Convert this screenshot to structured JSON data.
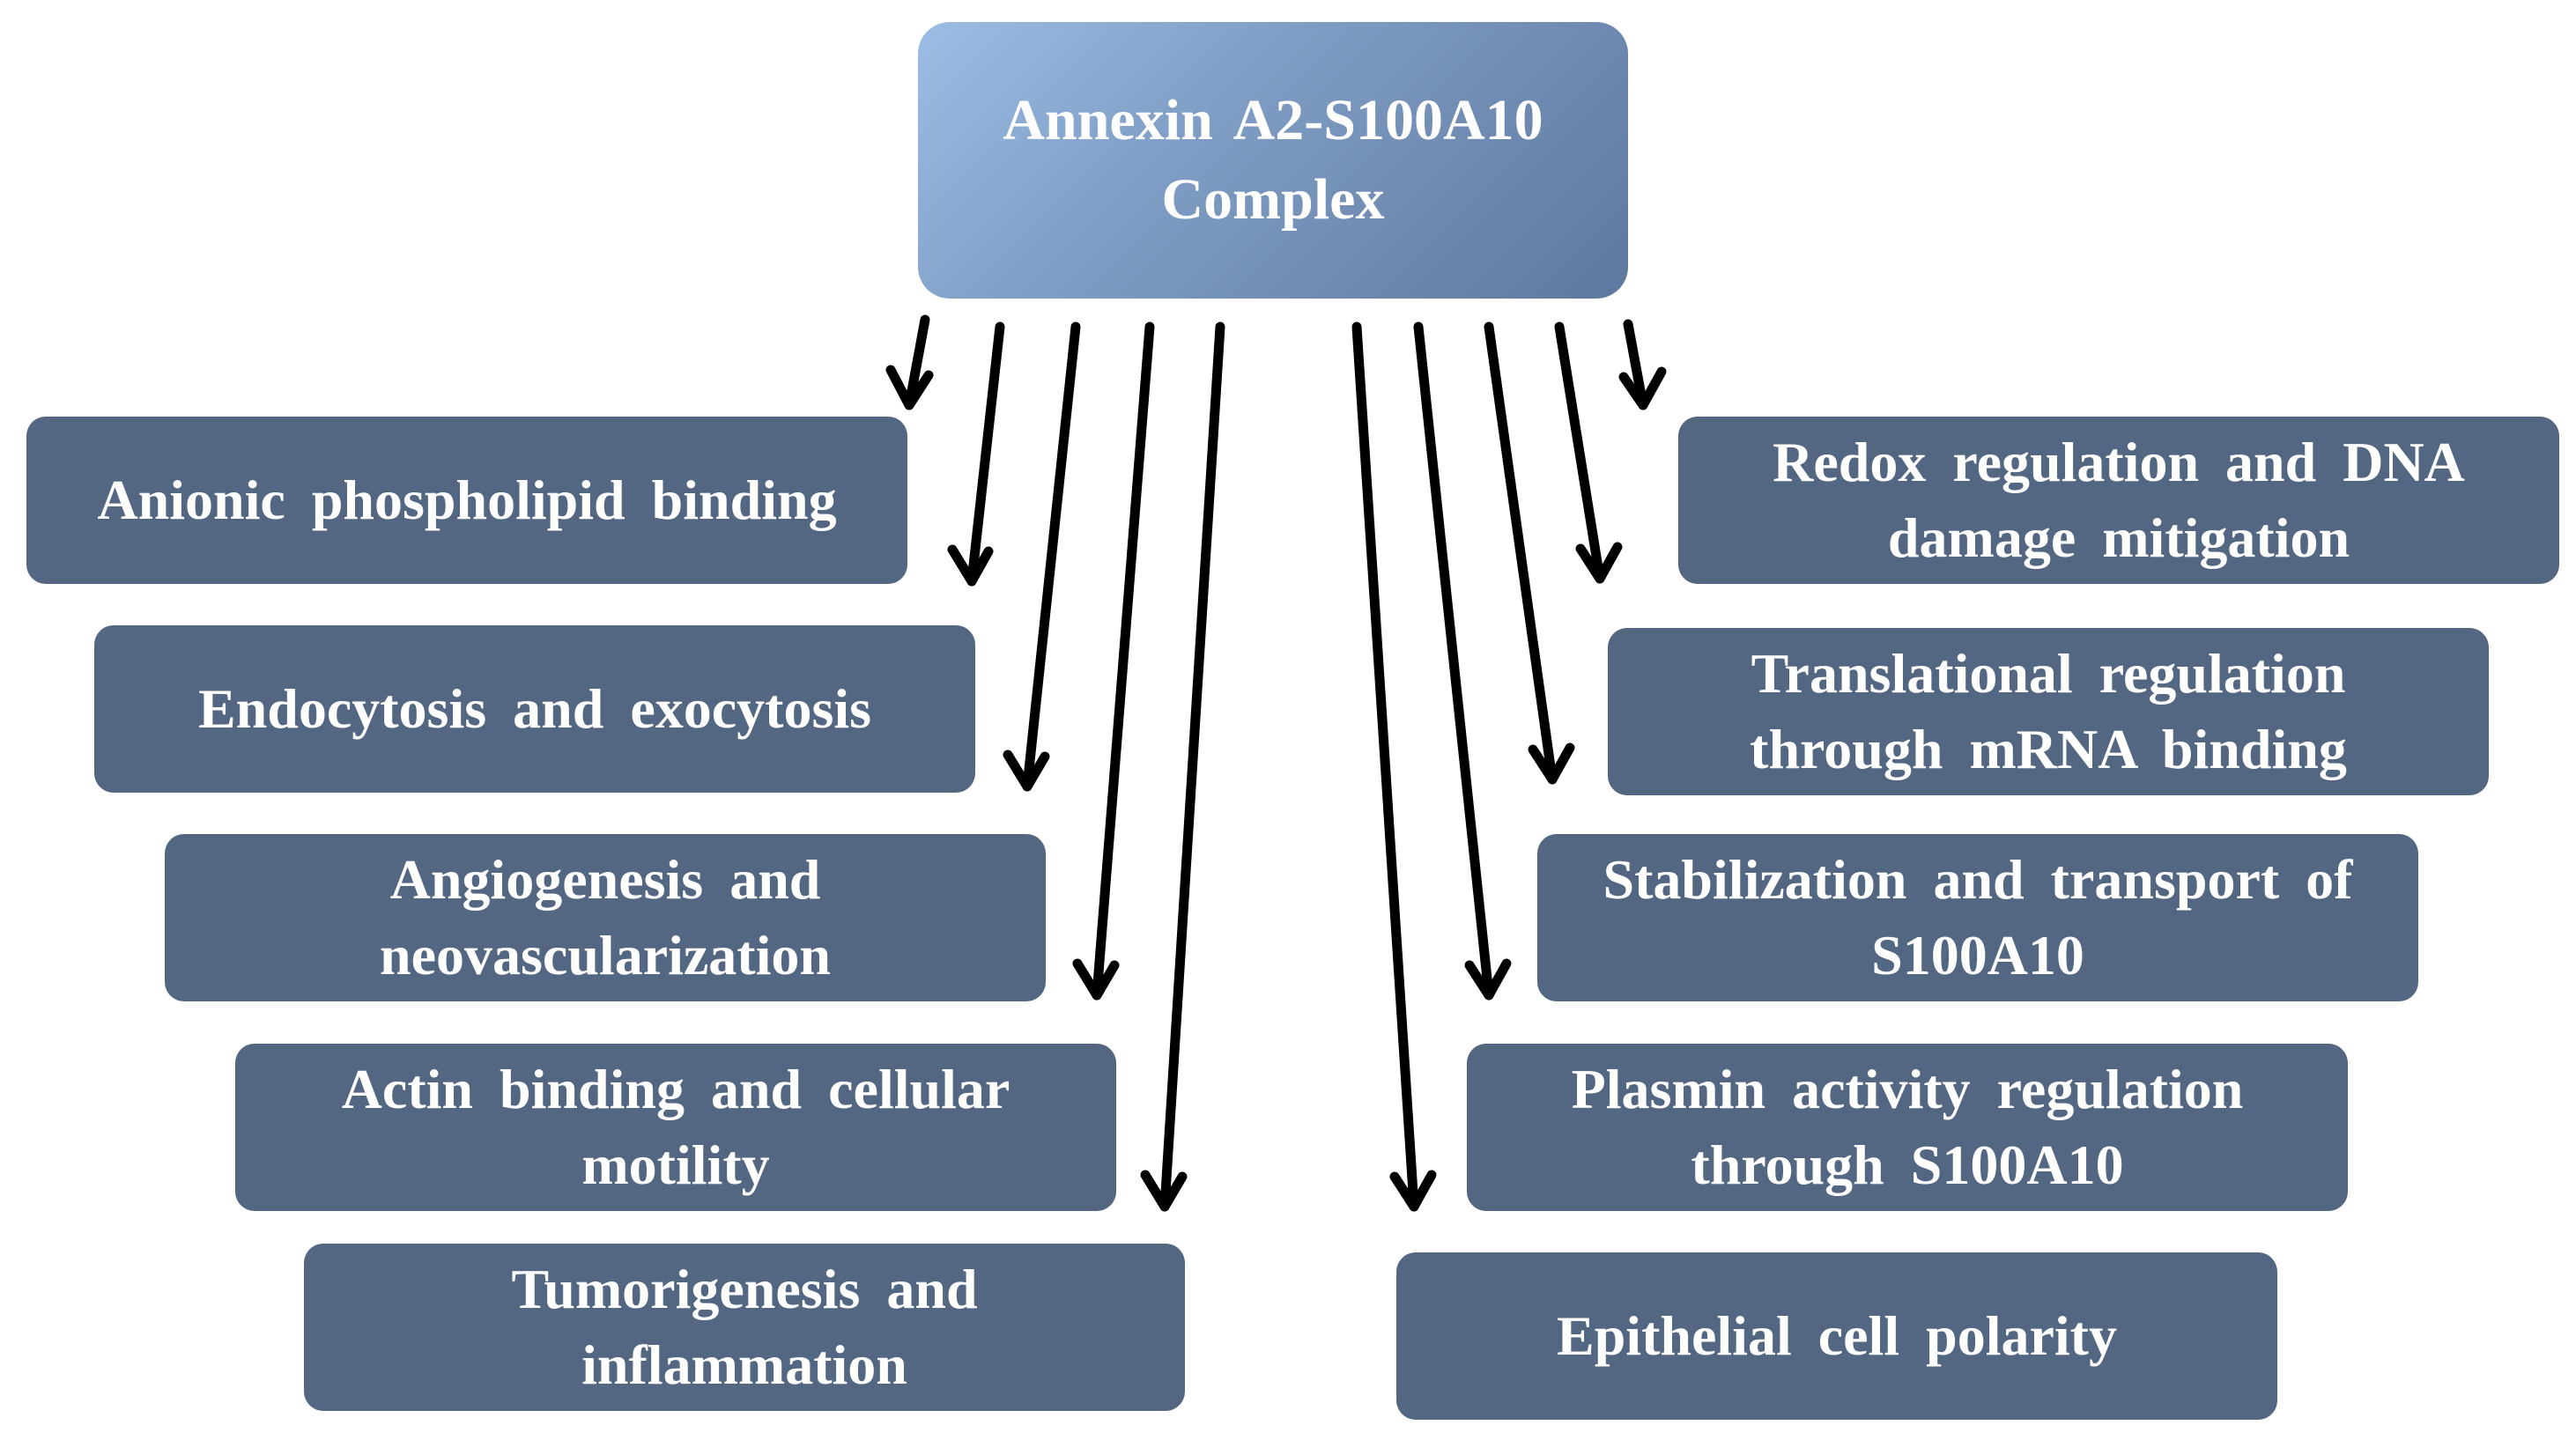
{
  "center": {
    "label": "Annexin A2-S100A10\nComplex"
  },
  "left_functions": [
    {
      "label": "Anionic phospholipid binding"
    },
    {
      "label": "Endocytosis and exocytosis"
    },
    {
      "label": "Angiogenesis and neovascularization"
    },
    {
      "label": "Actin binding and cellular motility"
    },
    {
      "label": "Tumorigenesis and inflammation"
    }
  ],
  "right_functions": [
    {
      "label": "Redox regulation and DNA damage mitigation"
    },
    {
      "label": "Translational regulation through mRNA binding"
    },
    {
      "label": "Stabilization and transport of S100A10"
    },
    {
      "label": "Plasmin activity regulation through S100A10"
    },
    {
      "label": "Epithelial cell polarity"
    }
  ],
  "colors": {
    "hub_gradient_start": "#9cbde4",
    "hub_gradient_end": "#5e779e",
    "node_fill": "#536782",
    "text": "#ffffff",
    "arrow": "#000000"
  }
}
